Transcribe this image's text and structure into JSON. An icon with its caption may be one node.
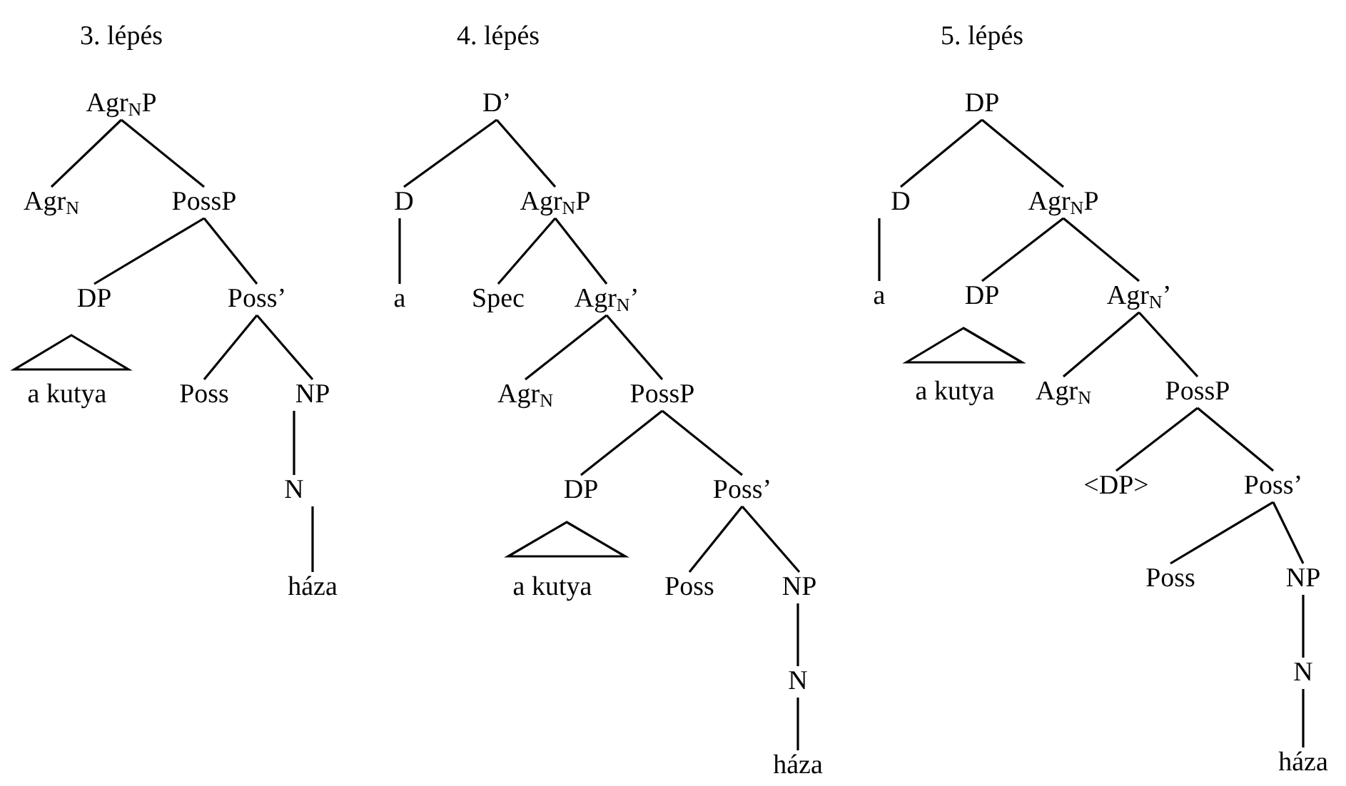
{
  "diagram": {
    "nodes": [
      {
        "text": [
          "Agr$_{N}$P"
        ]
      },
      {
        "text": [
          "Agr$_{N}$"
        ]
      },
      {
        "text": [
          "PossP"
        ]
      },
      {
        "text": [
          "DP"
        ]
      },
      {
        "text": [
          "Poss’"
        ]
      },
      {
        "text": [
          "a kutya"
        ]
      },
      {
        "text": [
          "Poss"
        ]
      },
      {
        "text": [
          "NP"
        ]
      },
      {
        "text": [
          "N"
        ]
      },
      {
        "text": [
          "háza"
        ]
      },
      {
        "text": [
          "D’"
        ]
      },
      {
        "text": [
          "D"
        ]
      },
      {
        "text": [
          "Agr$_{N}$P"
        ]
      },
      {
        "text": [
          "a"
        ]
      },
      {
        "text": [
          "Spec"
        ]
      },
      {
        "text": [
          "Agr$_{N}$’"
        ]
      },
      {
        "text": [
          "Agr$_{N}$"
        ]
      },
      {
        "text": [
          "PossP"
        ]
      },
      {
        "text": [
          "DP"
        ]
      },
      {
        "text": [
          "Poss’"
        ]
      },
      {
        "text": [
          "a kutya"
        ]
      },
      {
        "text": [
          "Poss"
        ]
      },
      {
        "text": [
          "NP"
        ]
      },
      {
        "text": [
          "N"
        ]
      },
      {
        "text": [
          "háza"
        ]
      },
      {
        "text": [
          "DP"
        ]
      },
      {
        "text": [
          "D"
        ]
      },
      {
        "text": [
          "Agr$_{N}$P"
        ]
      },
      {
        "text": [
          "a"
        ]
      },
      {
        "text": [
          "DP"
        ]
      },
      {
        "text": [
          "Agr$_{N}$’"
        ]
      },
      {
        "text": [
          "a kutya"
        ]
      },
      {
        "text": [
          "Agr$_{N}$"
        ]
      },
      {
        "text": [
          "PossP"
        ]
      },
      {
        "text": [
          "<DP>"
        ]
      },
      {
        "text": [
          "Poss’"
        ]
      },
      {
        "text": [
          "Poss"
        ]
      },
      {
        "text": [
          "NP"
        ]
      },
      {
        "text": [
          "N"
        ]
      },
      {
        "text": [
          "háza"
        ]
      },
      {
        "text": [],
        "shape": "triangle"
      },
      {
        "text": [],
        "shape": "triangle"
      },
      {
        "text": [],
        "shape": "triangle"
      }
    ],
    "edges": [
      {
        "from": 0,
        "to": 1,
        "arrow": "none"
      },
      {
        "from": 0,
        "to": 2,
        "arrow": "none"
      },
      {
        "from": 2,
        "to": 3,
        "arrow": "none"
      },
      {
        "from": 2,
        "to": 4,
        "arrow": "none"
      },
      {
        "from": 4,
        "to": 6,
        "arrow": "none"
      },
      {
        "from": 4,
        "to": 7,
        "arrow": "none"
      },
      {
        "from": 7,
        "to": 8,
        "arrow": "none"
      },
      {
        "from": 8,
        "to": 9,
        "arrow": "none"
      },
      {
        "from": 10,
        "to": 11,
        "arrow": "none"
      },
      {
        "from": 10,
        "to": 12,
        "arrow": "none"
      },
      {
        "from": 11,
        "to": 13,
        "arrow": "none"
      },
      {
        "from": 12,
        "to": 14,
        "arrow": "none"
      },
      {
        "from": 12,
        "to": 15,
        "arrow": "none"
      },
      {
        "from": 15,
        "to": 16,
        "arrow": "none"
      },
      {
        "from": 15,
        "to": 17,
        "arrow": "none"
      },
      {
        "from": 17,
        "to": 18,
        "arrow": "none"
      },
      {
        "from": 17,
        "to": 19,
        "arrow": "none"
      },
      {
        "from": 19,
        "to": 21,
        "arrow": "none"
      },
      {
        "from": 19,
        "to": 22,
        "arrow": "none"
      },
      {
        "from": 22,
        "to": 23,
        "arrow": "none"
      },
      {
        "from": 23,
        "to": 24,
        "arrow": "none"
      },
      {
        "from": 25,
        "to": 26,
        "arrow": "none"
      },
      {
        "from": 25,
        "to": 27,
        "arrow": "none"
      },
      {
        "from": 26,
        "to": 28,
        "arrow": "none"
      },
      {
        "from": 27,
        "to": 29,
        "arrow": "none"
      },
      {
        "from": 27,
        "to": 30,
        "arrow": "none"
      },
      {
        "from": 30,
        "to": 32,
        "arrow": "none"
      },
      {
        "from": 30,
        "to": 33,
        "arrow": "none"
      },
      {
        "from": 33,
        "to": 34,
        "arrow": "none"
      },
      {
        "from": 33,
        "to": 35,
        "arrow": "none"
      },
      {
        "from": 35,
        "to": 36,
        "arrow": "none"
      },
      {
        "from": 35,
        "to": 37,
        "arrow": "none"
      },
      {
        "from": 37,
        "to": 38,
        "arrow": "none"
      },
      {
        "from": 38,
        "to": 39,
        "arrow": "none"
      }
    ],
    "labels": [
      "3. lépés",
      "4. lépés",
      "5. lépés"
    ]
  }
}
